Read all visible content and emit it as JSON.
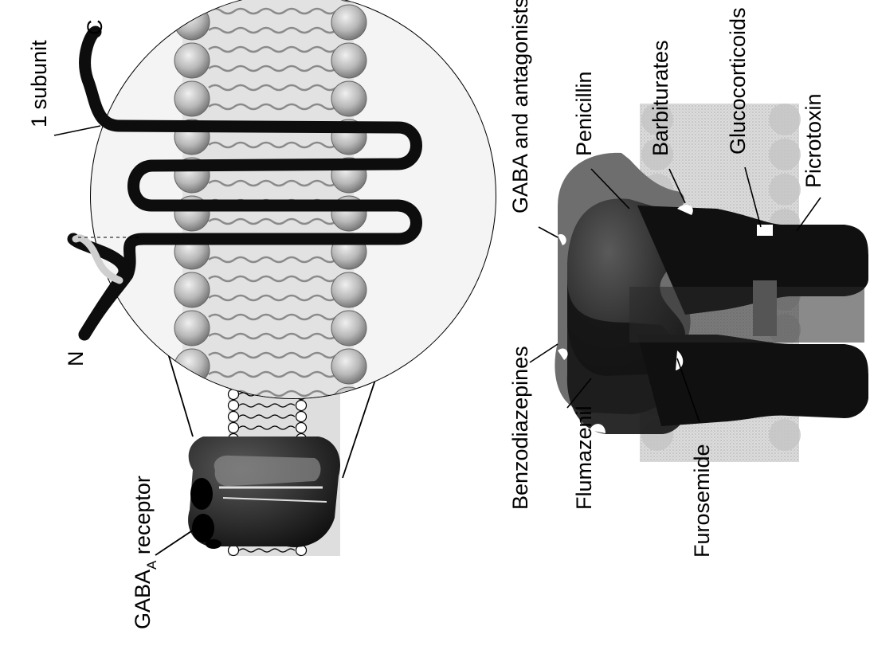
{
  "receptor": {
    "label_main": "GABA",
    "label_sub": "A",
    "label_tail": " receptor"
  },
  "inset": {
    "subunit_label": "1 subunit",
    "n_terminus": "N",
    "c_terminus": "C"
  },
  "binding_sites": [
    "Benzodiazepines",
    "GABA and antagonists",
    "Penicillin",
    "Barbiturates",
    "Glucocorticoids",
    "Picrotoxin",
    "Flumazenil",
    "Furosemide"
  ],
  "colors": {
    "protein_dark": "#151515",
    "protein_mid": "#3a3a3a",
    "membrane_grey": "#c9c9c9",
    "lipid_head": "#bdbdbd"
  }
}
